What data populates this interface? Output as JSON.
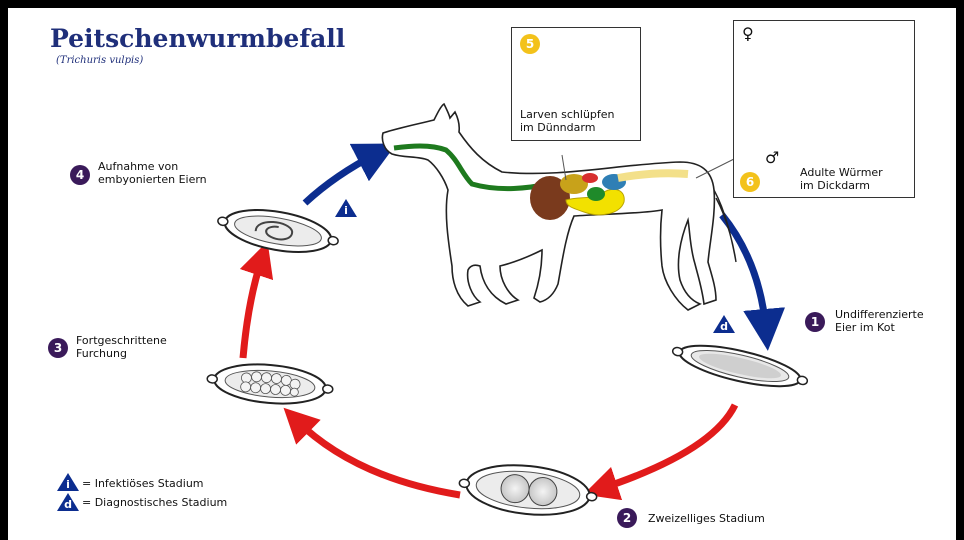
{
  "title": "Peitschenwurmbefall",
  "subtitle": "(Trichuris vulpis)",
  "steps": [
    {
      "number": "1",
      "label_line1": "Undifferenzierte",
      "label_line2": "Eier im Kot"
    },
    {
      "number": "2",
      "label_line1": "Zweizelliges Stadium"
    },
    {
      "number": "3",
      "label_line1": "Fortgeschrittene",
      "label_line2": "Furchung"
    },
    {
      "number": "4",
      "label_line1": "Aufnahme von",
      "label_line2": "embyonierten Eiern"
    }
  ],
  "box5": {
    "number": "5",
    "line1": "Larven schlüpfen",
    "line2": "im Dünndarm"
  },
  "box6": {
    "number": "6",
    "line1": "Adulte Würmer",
    "line2": "im Dickdarm",
    "female": "♀",
    "male": "♂"
  },
  "markers": {
    "infective": "i",
    "diagnostic": "d"
  },
  "legend": {
    "infective_letter": "i",
    "infective_text": "= Infektiöses Stadium",
    "diagnostic_letter": "d",
    "diagnostic_text": "= Diagnostisches Stadium"
  },
  "colors": {
    "title": "#1f2f7a",
    "badge": "#3a1a5a",
    "arrow_blue": "#0c2d8f",
    "arrow_red": "#e11b1b",
    "badge_yellow": "#f3c21b"
  }
}
